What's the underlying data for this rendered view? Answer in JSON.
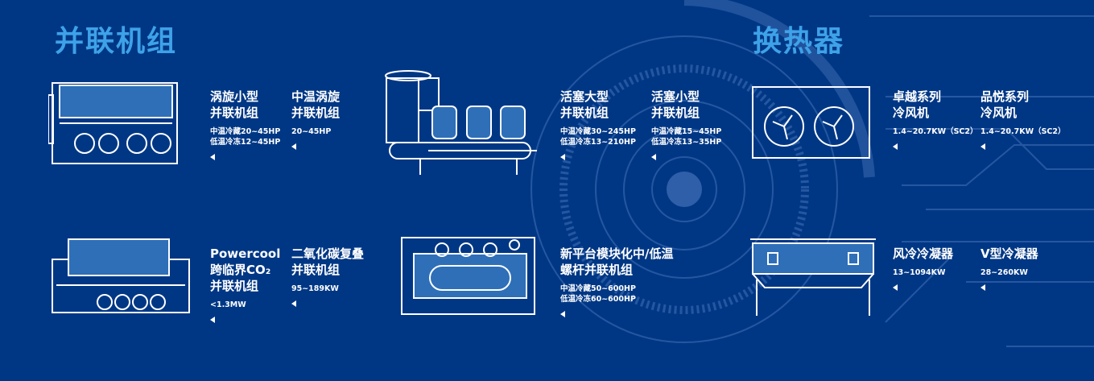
{
  "sections": {
    "parallel_units": "并联机组",
    "heat_exchangers": "换热器"
  },
  "products": [
    {
      "title": [
        "涡旋小型",
        "并联机组"
      ],
      "specs": [
        "中温冷藏20~45HP",
        "低温冷冻12~45HP"
      ]
    },
    {
      "title": [
        "中温涡旋",
        "并联机组"
      ],
      "specs": [
        "20~45HP"
      ]
    },
    {
      "title": [
        "Powercool",
        "跨临界CO₂",
        "并联机组"
      ],
      "specs": [
        "<1.3MW"
      ]
    },
    {
      "title": [
        "二氧化碳复叠",
        "并联机组"
      ],
      "specs": [
        "95~189KW"
      ]
    },
    {
      "title": [
        "活塞大型",
        "并联机组"
      ],
      "specs": [
        "中温冷藏30~245HP",
        "低温冷冻13~210HP"
      ]
    },
    {
      "title": [
        "活塞小型",
        "并联机组"
      ],
      "specs": [
        "中温冷藏15~45HP",
        "低温冷冻13~35HP"
      ]
    },
    {
      "title": [
        "新平台模块化中/低温",
        "螺杆并联机组"
      ],
      "specs": [
        "中温冷藏50~600HP",
        "低温冷冻60~600HP"
      ]
    },
    {
      "title": [
        "卓越系列",
        "冷风机"
      ],
      "specs": [
        "1.4~20.7KW（SC2）"
      ]
    },
    {
      "title": [
        "品悦系列",
        "冷风机"
      ],
      "specs": [
        "1.4~20.7KW（SC2）"
      ]
    },
    {
      "title": [
        "风冷冷凝器"
      ],
      "specs": [
        "13~1094KW"
      ]
    },
    {
      "title": [
        "V型冷凝器"
      ],
      "specs": [
        "28~260KW"
      ]
    }
  ],
  "colors": {
    "background": "#003785",
    "accent": "#3ea2e8",
    "line": "#ffffff"
  }
}
